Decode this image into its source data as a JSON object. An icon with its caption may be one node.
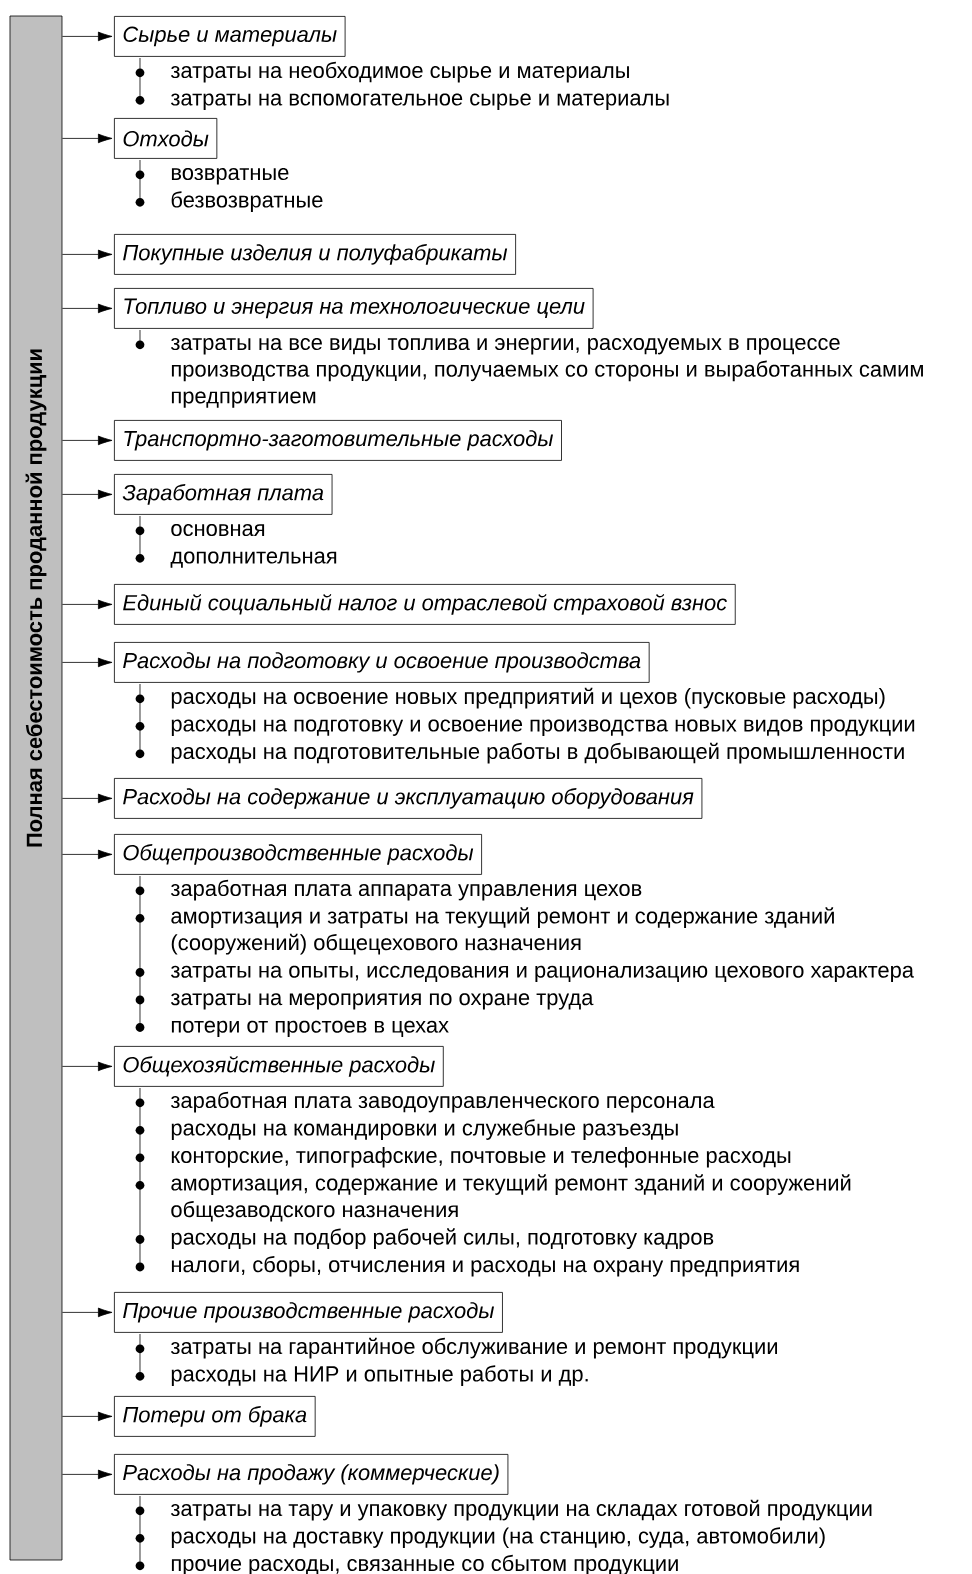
{
  "diagram": {
    "nodes": [
      {
        "text": [
          "Полная себестоимость проданной продукции"
        ]
      },
      {
        "text": [
          "Сырье и материалы"
        ],
        "beside": [
          "затраты на необходимое сырье и материалы",
          "затраты на вспомогательное сырье и материалы"
        ]
      },
      {
        "text": [
          "Отходы"
        ],
        "beside": [
          "возвратные",
          "безвозвратные"
        ]
      },
      {
        "text": [
          "Покупные изделия и полуфабрикаты"
        ]
      },
      {
        "text": [
          "Топливо и энергия на технологические цели"
        ],
        "beside": [
          "затраты на все виды топлива и энергии, расходуемых в процессе производства продукции, получаемых со стороны и выработанных самим предприятием"
        ]
      },
      {
        "text": [
          "Транспортно-заготовительные расходы"
        ]
      },
      {
        "text": [
          "Заработная плата"
        ],
        "beside": [
          "основная",
          "дополнительная"
        ]
      },
      {
        "text": [
          "Единый социальный налог и отраслевой страховой взнос"
        ]
      },
      {
        "text": [
          "Расходы на подготовку и освоение производства"
        ],
        "beside": [
          "расходы на освоение новых предприятий и цехов (пусковые расходы)",
          "расходы на подготовку и освоение производства новых видов продукции",
          "расходы на подготовительные работы в добывающей промышленности"
        ]
      },
      {
        "text": [
          "Расходы на содержание и эксплуатацию оборудования"
        ]
      },
      {
        "text": [
          "Общепроизводственные расходы"
        ],
        "beside": [
          "заработная плата аппарата управления цехов",
          "амортизация и затраты на текущий ремонт и содержание зданий (сооружений) общецехового назначения",
          "затраты на опыты, исследования и рационализацию цехового характера",
          "затраты на мероприятия по охране труда",
          "потери от простоев в цехах"
        ]
      },
      {
        "text": [
          "Общехозяйственные расходы"
        ],
        "beside": [
          "заработная плата заводоуправленческого персонала",
          "расходы на командировки и служебные разъезды",
          "конторские, типографские, почтовые и телефонные расходы",
          "амортизация, содержание и текущий ремонт зданий и сооружений общезаводского назначения",
          "расходы на подбор рабочей силы, подготовку кадров",
          "налоги, сборы, отчисления и расходы на охрану предприятия"
        ]
      },
      {
        "text": [
          "Прочие производственные расходы"
        ],
        "beside": [
          "затраты на гарантийное обслуживание и ремонт продукции",
          "расходы на НИР и опытные работы и др."
        ]
      },
      {
        "text": [
          "Потери от брака"
        ]
      },
      {
        "text": [
          "Расходы на продажу (коммерческие)"
        ],
        "beside": [
          "затраты на тару и упаковку продукции на складах готовой продукции",
          "расходы на доставку продукции (на станцию, суда, автомобили)",
          "прочие расходы, связанные со сбытом продукции"
        ]
      }
    ],
    "edges": [
      {
        "from": 0,
        "to": 1,
        "arrow": "to"
      },
      {
        "from": 0,
        "to": 2,
        "arrow": "to"
      },
      {
        "from": 0,
        "to": 3,
        "arrow": "to"
      },
      {
        "from": 0,
        "to": 4,
        "arrow": "to"
      },
      {
        "from": 0,
        "to": 5,
        "arrow": "to"
      },
      {
        "from": 0,
        "to": 6,
        "arrow": "to"
      },
      {
        "from": 0,
        "to": 7,
        "arrow": "to"
      },
      {
        "from": 0,
        "to": 8,
        "arrow": "to"
      },
      {
        "from": 0,
        "to": 9,
        "arrow": "to"
      },
      {
        "from": 0,
        "to": 10,
        "arrow": "to"
      },
      {
        "from": 0,
        "to": 11,
        "arrow": "to"
      },
      {
        "from": 0,
        "to": 12,
        "arrow": "to"
      },
      {
        "from": 0,
        "to": 13,
        "arrow": "to"
      },
      {
        "from": 0,
        "to": 14,
        "arrow": "to"
      }
    ]
  }
}
